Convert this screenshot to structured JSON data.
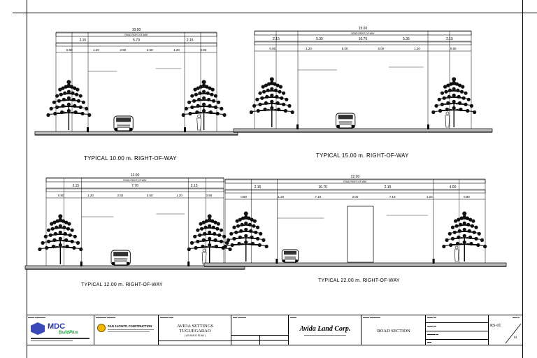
{
  "sections": [
    {
      "caption": "TYPICAL 10.00 m. RIGHT-OF-WAY",
      "total_width": "10.00",
      "row_label": "ROAD RIGHT-OF-WAY",
      "sub_widths": [
        "2.15",
        "5.70",
        "2.15"
      ],
      "fine_widths": [
        "0.80",
        "1.20",
        "2.50",
        "2.50",
        "1.20",
        "0.80"
      ]
    },
    {
      "caption": "TYPICAL 15.00 m. RIGHT-OF-WAY",
      "total_width": "15.00",
      "row_label": "ROAD RIGHT-OF-WAY",
      "sub_widths": [
        "2.15",
        "5.35",
        "10.70",
        "5.35",
        "2.15"
      ],
      "fine_widths": [
        "0.80",
        "1.20",
        "5.00",
        "5.00",
        "1.20",
        "0.80"
      ]
    },
    {
      "caption": "TYPICAL 12.00 m. RIGHT-OF-WAY",
      "total_width": "12.00",
      "row_label": "ROAD RIGHT-OF-WAY",
      "sub_widths": [
        "2.15",
        "7.70",
        "2.15"
      ],
      "fine_widths": [
        "0.80",
        "1.20",
        "3.50",
        "3.50",
        "1.20",
        "0.80"
      ]
    },
    {
      "caption": "TYPICAL 22.00 m. RIGHT-OF-WAY",
      "total_width": "22.00",
      "row_label": "ROAD RIGHT-OF-WAY",
      "sub_widths": [
        "2.15",
        "16.70",
        "2.15",
        "4.00"
      ],
      "fine_widths": [
        "0.80",
        "1.20",
        "7.19",
        "2.00",
        "7.19",
        "1.20",
        "0.80"
      ]
    }
  ],
  "title_block": {
    "mdc_logo": "MDC",
    "mdc_sub": "BuildPlus",
    "contractor": "SAN JACINTO CONSTRUCTION",
    "project_line1": "AVIDA SETTINGS",
    "project_line2": "TUGUEGARAO",
    "project_line3": "( AS BUILD PLAN )",
    "client": "Avida Land Corp.",
    "sheet_title": "ROAD SECTION",
    "sheet_no": "RS-01",
    "sheet_of": "01"
  }
}
